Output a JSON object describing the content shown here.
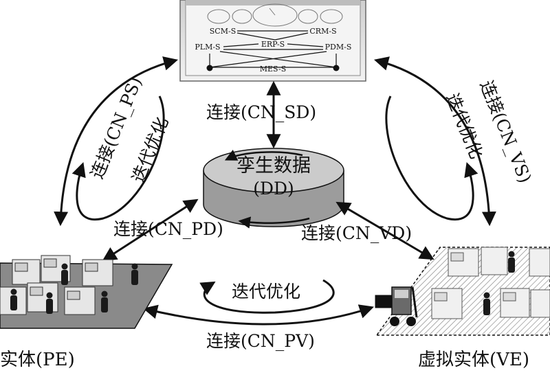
{
  "system": {
    "scm": "SCM-S",
    "crm": "CRM-S",
    "plm": "PLM-S",
    "erp": "ERP-S",
    "pdm": "PDM-S",
    "mes": "MES-S"
  },
  "twin_data": {
    "line1": "孪生数据",
    "line2": "(DD)"
  },
  "connections": {
    "ps": "连接(CN_PS)",
    "sd": "连接(CN_SD)",
    "vs": "连接(CN_VS)",
    "pd": "连接(CN_PD)",
    "vd": "连接(CN_VD)",
    "pv": "连接(CN_PV)"
  },
  "optimization": {
    "left": "迭代优化",
    "right": "迭代优化",
    "bottom": "迭代优化"
  },
  "entities": {
    "physical": "实体(PE)",
    "virtual": "虚拟实体(VE)"
  },
  "colors": {
    "ink": "#111111",
    "cylinder_top": "#c9c9c9",
    "cylinder_side": "#9c9c9c",
    "panel_bg": "#ededed",
    "floor": "#8a8a8a"
  }
}
